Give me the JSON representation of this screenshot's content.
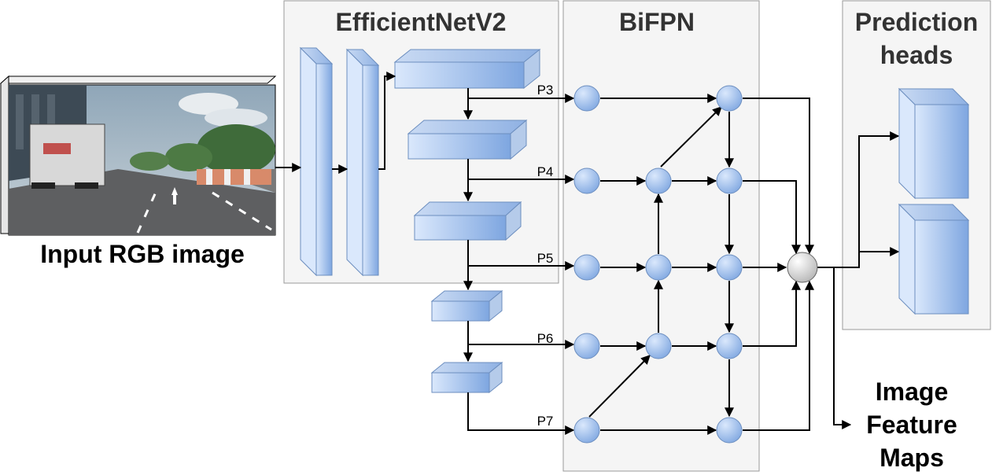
{
  "panels": {
    "backbone_title": "EfficientNetV2",
    "bifpn_title": "BiFPN",
    "heads_title_line1": "Prediction",
    "heads_title_line2": "heads"
  },
  "input_label": "Input RGB image",
  "output_label": [
    "Image",
    "Feature",
    "Maps"
  ],
  "levels": [
    "P3",
    "P4",
    "P5",
    "P6",
    "P7"
  ],
  "colors": {
    "block_fill_light": "#dae8fc",
    "block_fill_dark": "#7ea6e0",
    "block_stroke": "#6c8ebf",
    "fusion_node": "#d0d0d0",
    "panel_fill": "#f5f5f5"
  }
}
